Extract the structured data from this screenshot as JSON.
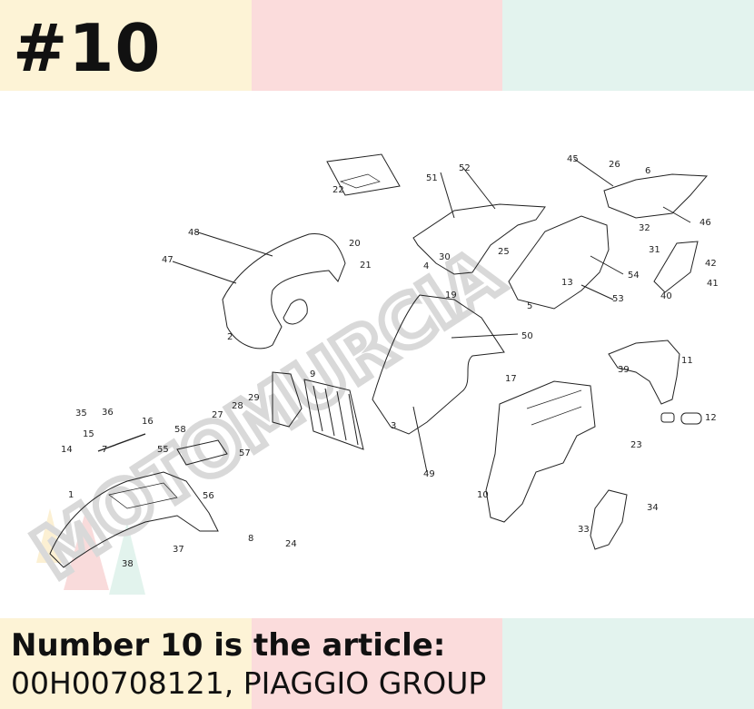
{
  "header": {
    "title": "#10"
  },
  "watermark": {
    "text": "MOTOMURCIA"
  },
  "diagram": {
    "part_labels": [
      "1",
      "2",
      "3",
      "4",
      "5",
      "6",
      "7",
      "8",
      "9",
      "10",
      "11",
      "12",
      "13",
      "14",
      "15",
      "16",
      "17",
      "19",
      "20",
      "21",
      "22",
      "23",
      "24",
      "25",
      "26",
      "27",
      "28",
      "29",
      "30",
      "31",
      "32",
      "33",
      "34",
      "35",
      "36",
      "37",
      "38",
      "39",
      "40",
      "41",
      "42",
      "45",
      "46",
      "47",
      "48",
      "49",
      "50",
      "51",
      "52",
      "53",
      "54",
      "55",
      "56",
      "57",
      "58"
    ]
  },
  "footer": {
    "line1": "Number 10 is the article:",
    "line2": "00H00708121, PIAGGIO GROUP"
  },
  "colors": {
    "band_yellow": "#fdf3d6",
    "band_pink": "#fbdcdc",
    "band_mint": "#e3f3ee",
    "ink": "#111111"
  }
}
